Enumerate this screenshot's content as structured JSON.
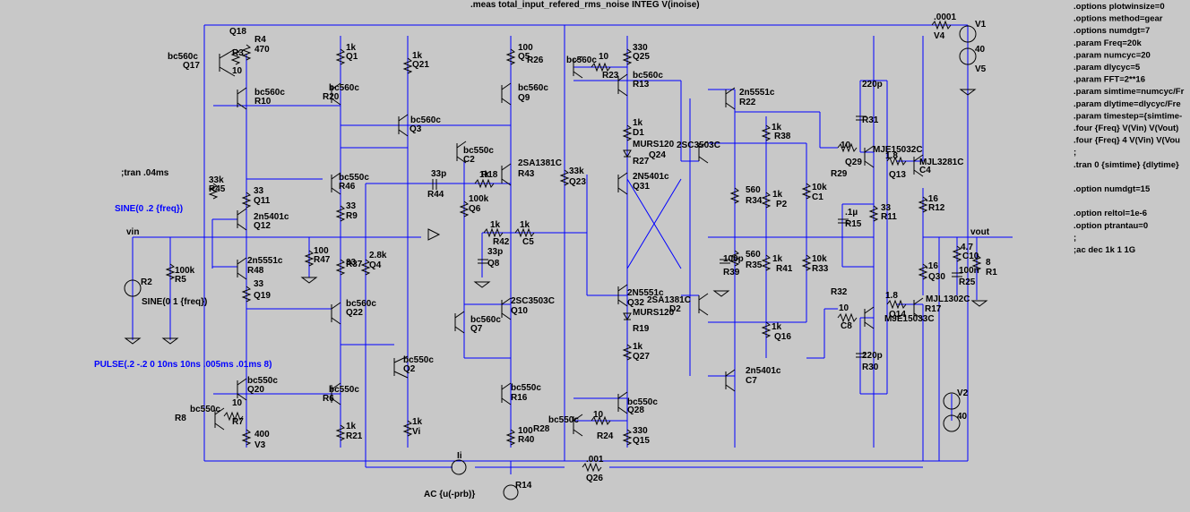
{
  "schematic": {
    "meas": ".meas total_input_refered_rms_noise INTEG V(inoise)",
    "tran_comment": ";tran .04ms",
    "sources": {
      "sine1": "SINE(0 .2 {freq})",
      "sine2": "SINE(0 1 {freq})",
      "pulse": "PULSE(.2 -.2 0 10ns 10ns .005ms .01ms 8)",
      "ac": "AC {u(-prb)}"
    },
    "nets": {
      "vin": "vin",
      "vout": "vout"
    },
    "directives": [
      ".options plotwinsize=0",
      ".options method=gear",
      ".options numdgt=7",
      ".param Freq=20k",
      ".param numcyc=20",
      ".param dlycyc=5",
      ".param FFT=2**16",
      ".param simtime=numcyc/Fr",
      ".param dlytime=dlycyc/Fre",
      ".param timestep={simtime-",
      ".four {Freq} V(Vin) V(Vout)",
      ".four {Freq} 4 V(Vin) V(Vou",
      ";",
      ".tran 0 {simtime} {dlytime}",
      "",
      ".option numdgt=15",
      "",
      ".option reltol=1e-6",
      ".option ptrantau=0",
      ";",
      ";ac dec 1k 1 1G"
    ],
    "labels": [
      "Q18",
      "bc560c",
      "R3",
      "10",
      "R4",
      "470",
      "Q17",
      "bc560c",
      "R10",
      "33k",
      "R45",
      "33",
      "Q11",
      "2n5401c",
      "Q12",
      "2n5551c",
      "R48",
      "33",
      "Q19",
      "bc550c",
      "Q20",
      "bc550c",
      "R8",
      "10",
      "R7",
      "400",
      "V3",
      "R2",
      "100k",
      "R5",
      "1k",
      "Q1",
      "bc560c",
      "R20",
      "1k",
      "Q21",
      "bc560c",
      "Q3",
      "bc550c",
      "R46",
      "33",
      "R9",
      "100",
      "R47",
      "33",
      "R37",
      "2.8k",
      "Q4",
      "bc560c",
      "Q22",
      "bc550c",
      "Q2",
      "bc550c",
      "R6",
      "1k",
      "R21",
      "1k",
      "Vi",
      "Ii",
      "R14",
      "100",
      "Q5",
      "bc560c",
      "Q9",
      "bc550c",
      "C2",
      "33p",
      "R44",
      "1k",
      "R18",
      "100k",
      "Q6",
      "2SA1381C",
      "R43",
      "1k",
      "R42",
      "1k",
      "C5",
      "33p",
      "Q8",
      "2SC3503C",
      "Q10",
      "bc560c",
      "Q7",
      "bc550c",
      "R16",
      "100",
      "R40",
      ".001",
      "Q26",
      "bc560c",
      "R26",
      "10",
      "R23",
      "330",
      "Q25",
      "bc560c",
      "R13",
      "1k",
      "D1",
      "MURS120",
      "R27",
      "33k",
      "Q23",
      "2N5401c",
      "Q31",
      "2SC3503C",
      "Q24",
      "2N5551c",
      "Q32",
      "2SA1381C",
      "D2",
      "MURS120",
      "R19",
      "1k",
      "Q27",
      "bc550c",
      "Q28",
      "bc550c",
      "R28",
      "10",
      "R24",
      "330",
      "Q15",
      "2n5551c",
      "R22",
      "1k",
      "R38",
      "560",
      "R34",
      "1k",
      "P2",
      "10k",
      "C1",
      "100p",
      "R39",
      "560",
      "R35",
      "1k",
      "R41",
      "10k",
      "R33",
      "1k",
      "Q16",
      "2n5401c",
      "C7",
      "220p",
      "R31",
      "10",
      "Q29",
      "MJE15032C",
      "R29",
      "1.8",
      "Q13",
      "MJL3281C",
      "C4",
      ".1µ",
      "R15",
      "33",
      "R11",
      ".16",
      "R12",
      ".16",
      "Q30",
      "MJE15033C",
      "R32",
      "10",
      "C8",
      "220p",
      "R30",
      "1.8",
      "Q14",
      "MJL1302C",
      "R17",
      "4.7",
      "C10",
      "100n",
      "R25",
      "8",
      "R1",
      ".0001",
      "V4",
      "V1",
      "40",
      "V5",
      "V2",
      "40"
    ]
  }
}
